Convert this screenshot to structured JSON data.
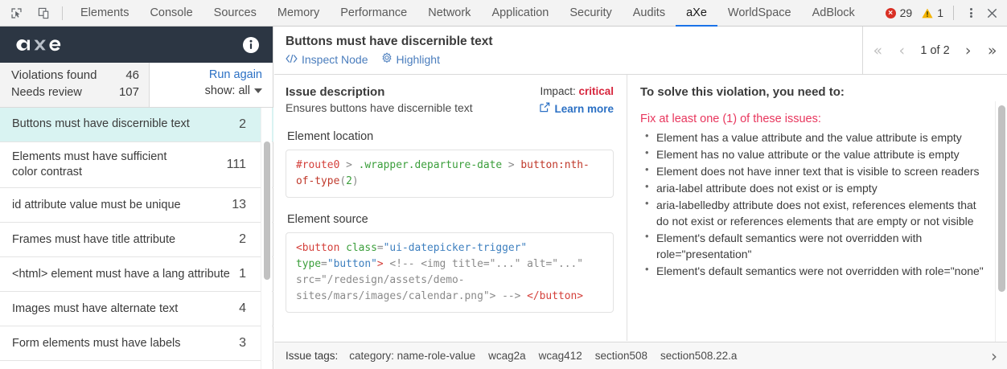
{
  "devtools": {
    "left_icons": [
      {
        "name": "inspect-element-icon",
        "label": "Inspect element"
      },
      {
        "name": "device-toolbar-icon",
        "label": "Toggle device toolbar"
      }
    ],
    "tabs": [
      {
        "label": "Elements",
        "active": false
      },
      {
        "label": "Console",
        "active": false
      },
      {
        "label": "Sources",
        "active": false
      },
      {
        "label": "Memory",
        "active": false
      },
      {
        "label": "Performance",
        "active": false
      },
      {
        "label": "Network",
        "active": false
      },
      {
        "label": "Application",
        "active": false
      },
      {
        "label": "Security",
        "active": false
      },
      {
        "label": "Audits",
        "active": false
      },
      {
        "label": "aXe",
        "active": true
      },
      {
        "label": "WorldSpace",
        "active": false
      },
      {
        "label": "AdBlock",
        "active": false
      }
    ],
    "error_count": "29",
    "warning_count": "1",
    "error_glyph": "×",
    "warning_glyph": "!",
    "close_glyph": "✕",
    "colors": {
      "error": "#d93025",
      "warning": "#f5b400",
      "active_tab_underline": "#1a73e8",
      "toolbar_bg": "#f3f3f3"
    }
  },
  "axe_panel": {
    "logo_text": "axe",
    "info_icon_glyph": "i",
    "header_bg": "#2c3643",
    "summary": {
      "violations_label": "Violations found",
      "violations_count": "46",
      "needs_review_label": "Needs review",
      "needs_review_count": "107",
      "run_again_label": "Run again",
      "show_label": "show: all"
    },
    "violations": [
      {
        "name": "Buttons must have discernible text",
        "count": "2",
        "selected": true
      },
      {
        "name": "Elements must have sufficient color contrast",
        "count": "111",
        "selected": false
      },
      {
        "name": "id attribute value must be unique",
        "count": "13",
        "selected": false
      },
      {
        "name": "Frames must have title attribute",
        "count": "2",
        "selected": false
      },
      {
        "name": "<html> element must have a lang attribute",
        "count": "1",
        "selected": false
      },
      {
        "name": "Images must have alternate text",
        "count": "4",
        "selected": false
      },
      {
        "name": "Form elements must have labels",
        "count": "3",
        "selected": false
      }
    ],
    "selected_row_bg": "#d9f3f2"
  },
  "issue": {
    "title": "Buttons must have discernible text",
    "inspect_node_label": "Inspect Node",
    "inspect_node_icon": "code-brackets-icon",
    "highlight_label": "Highlight",
    "highlight_icon": "gear-highlight-icon",
    "pager": {
      "first_glyph": "«",
      "prev_glyph": "‹",
      "label": "1 of 2",
      "next_glyph": "›",
      "last_glyph": "»"
    },
    "description": {
      "heading": "Issue description",
      "text": "Ensures buttons have discernible text",
      "impact_label": "Impact:",
      "impact_value": "critical",
      "impact_color": "#d7263d",
      "learn_more_label": "Learn more",
      "learn_more_icon": "external-link-icon"
    },
    "element_location": {
      "label": "Element location",
      "tokens": [
        {
          "text": "#route0",
          "color": "red"
        },
        {
          "text": " > ",
          "color": "gray"
        },
        {
          "text": ".wrapper.departure-date",
          "color": "green"
        },
        {
          "text": " > ",
          "color": "gray"
        },
        {
          "text": "button:nth-of-type",
          "color": "brown"
        },
        {
          "text": "(",
          "color": "gray"
        },
        {
          "text": "2",
          "color": "green"
        },
        {
          "text": ")",
          "color": "gray"
        }
      ],
      "plain": "#route0 > .wrapper.departure-date > button:nth-of-type(2)"
    },
    "element_source": {
      "label": "Element source",
      "tokens": [
        {
          "text": "<button",
          "color": "red"
        },
        {
          "text": " class",
          "color": "green"
        },
        {
          "text": "=",
          "color": "gray"
        },
        {
          "text": "\"ui-datepicker-trigger\"",
          "color": "blue"
        },
        {
          "text": " type",
          "color": "green"
        },
        {
          "text": "=",
          "color": "gray"
        },
        {
          "text": "\"button\"",
          "color": "blue"
        },
        {
          "text": ">",
          "color": "red"
        },
        {
          "text": " <!-- <img title=\"...\" alt=\"...\" src=\"/redesign/assets/demo-sites/mars/images/calendar.png\"> -->",
          "color": "gray"
        },
        {
          "text": " </button>",
          "color": "red"
        }
      ],
      "plain": "<button class=\"ui-datepicker-trigger\" type=\"button\"> <!-- <img title=\"...\" alt=\"...\" src=\"/redesign/assets/demo-sites/mars/images/calendar.png\"> --> </button>"
    },
    "solve": {
      "heading": "To solve this violation, you need to:",
      "fix_heading": "Fix at least one (1) of these issues:",
      "fix_heading_color": "#e8365d",
      "items": [
        "Element has a value attribute and the value attribute is empty",
        "Element has no value attribute or the value attribute is empty",
        "Element does not have inner text that is visible to screen readers",
        "aria-label attribute does not exist or is empty",
        "aria-labelledby attribute does not exist, references elements that do not exist or references elements that are empty or not visible",
        "Element's default semantics were not overridden with role=\"presentation\"",
        "Element's default semantics were not overridden with role=\"none\""
      ]
    },
    "tags": {
      "label": "Issue tags:",
      "items": [
        "category: name-role-value",
        "wcag2a",
        "wcag412",
        "section508",
        "section508.22.a"
      ],
      "more_glyph": "›"
    }
  }
}
